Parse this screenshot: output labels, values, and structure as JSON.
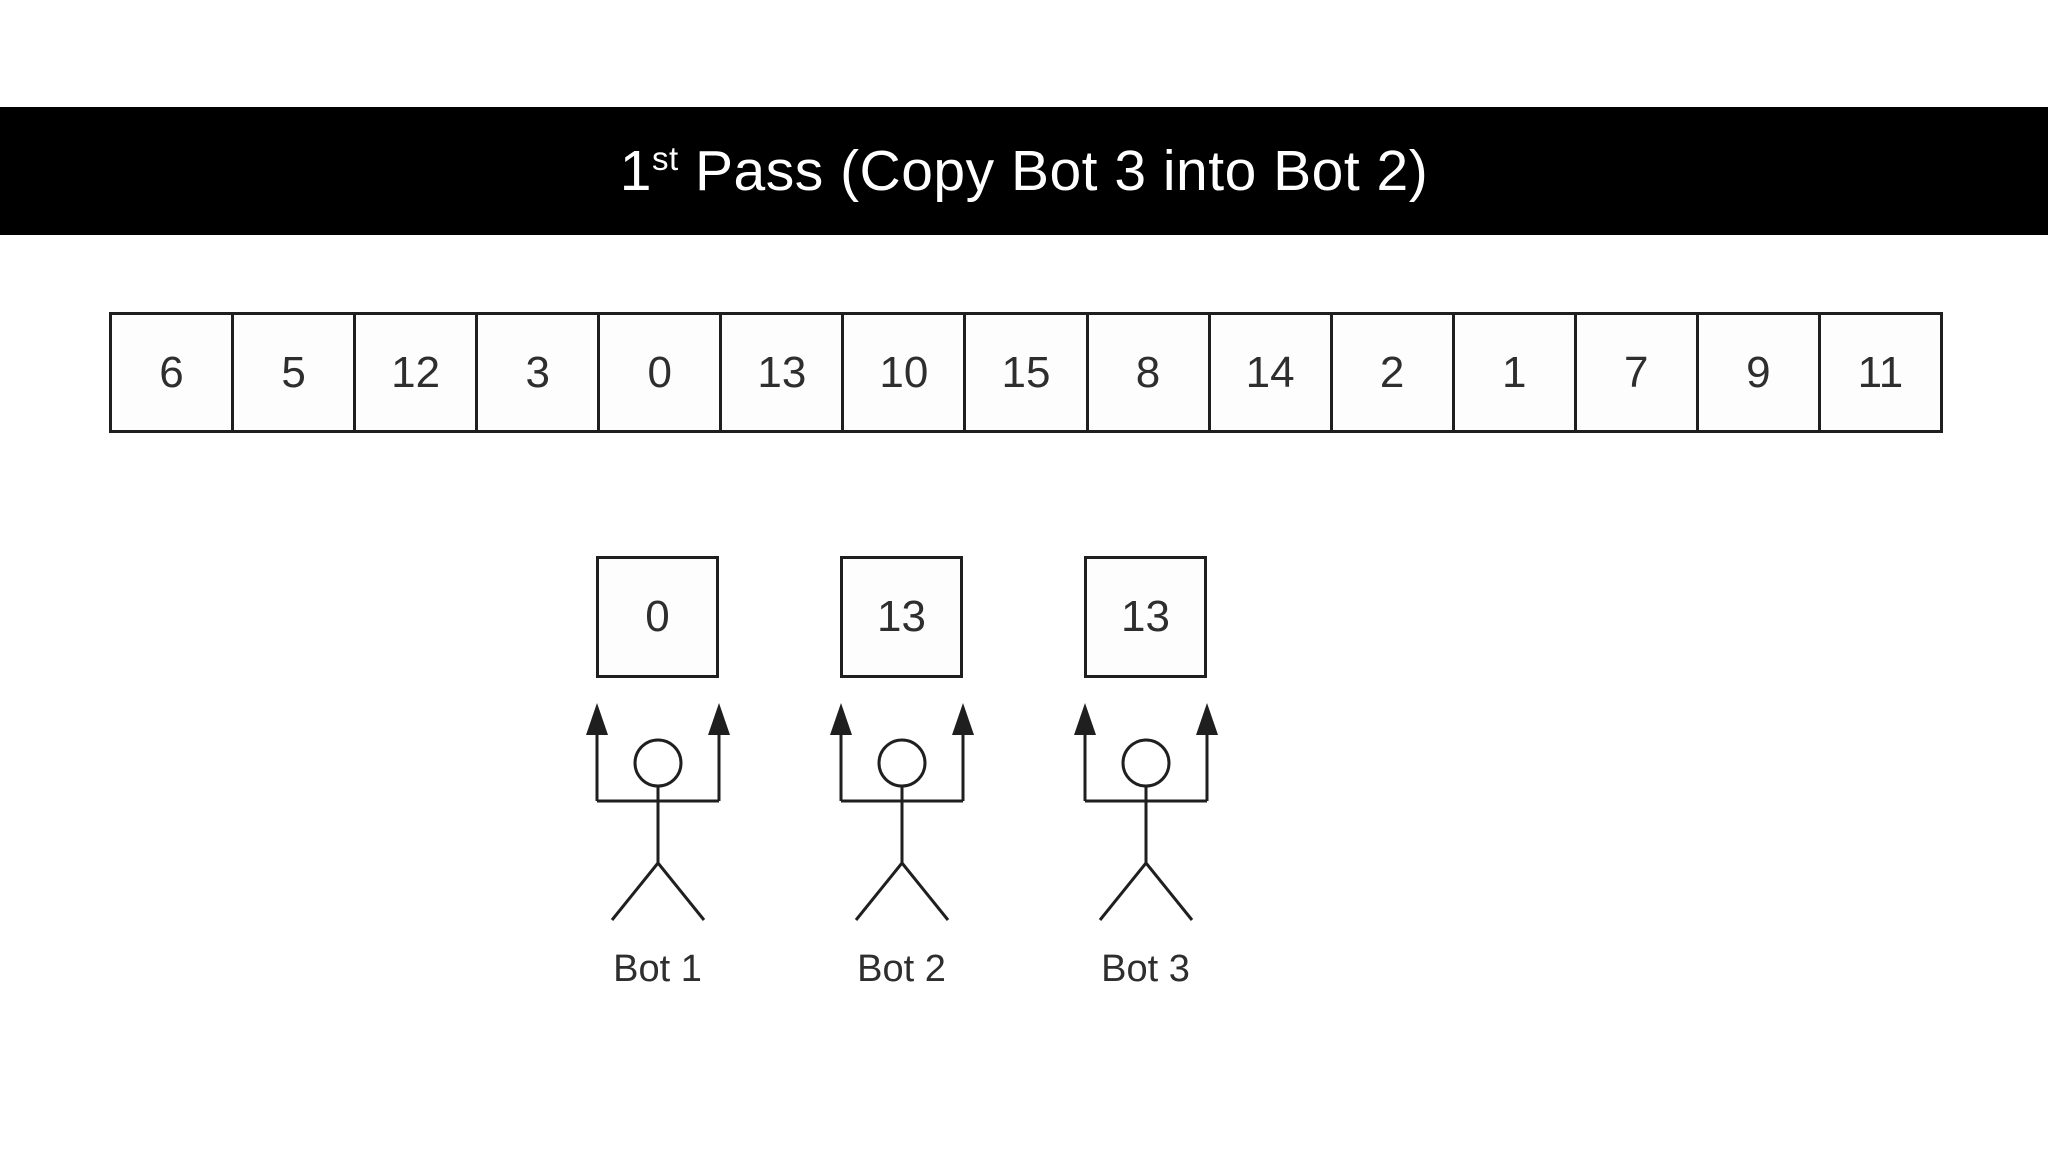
{
  "title": {
    "number": "1",
    "ordinal_suffix": "st",
    "text": " Pass (Copy Bot 3 into Bot 2)"
  },
  "array_row": {
    "cells": [
      "6",
      "5",
      "12",
      "3",
      "0",
      "13",
      "10",
      "15",
      "8",
      "14",
      "2",
      "1",
      "7",
      "9",
      "11"
    ]
  },
  "bots": [
    {
      "label": "Bot 1",
      "held_value": "0"
    },
    {
      "label": "Bot 2",
      "held_value": "13"
    },
    {
      "label": "Bot 3",
      "held_value": "13"
    }
  ],
  "icons": {
    "bot_arm_left": "up-arrow",
    "bot_arm_right": "up-arrow"
  },
  "colors": {
    "banner_background": "#000000",
    "banner_text": "#ffffff",
    "line_color": "#1f1f1f",
    "page_background": "#ffffff"
  }
}
